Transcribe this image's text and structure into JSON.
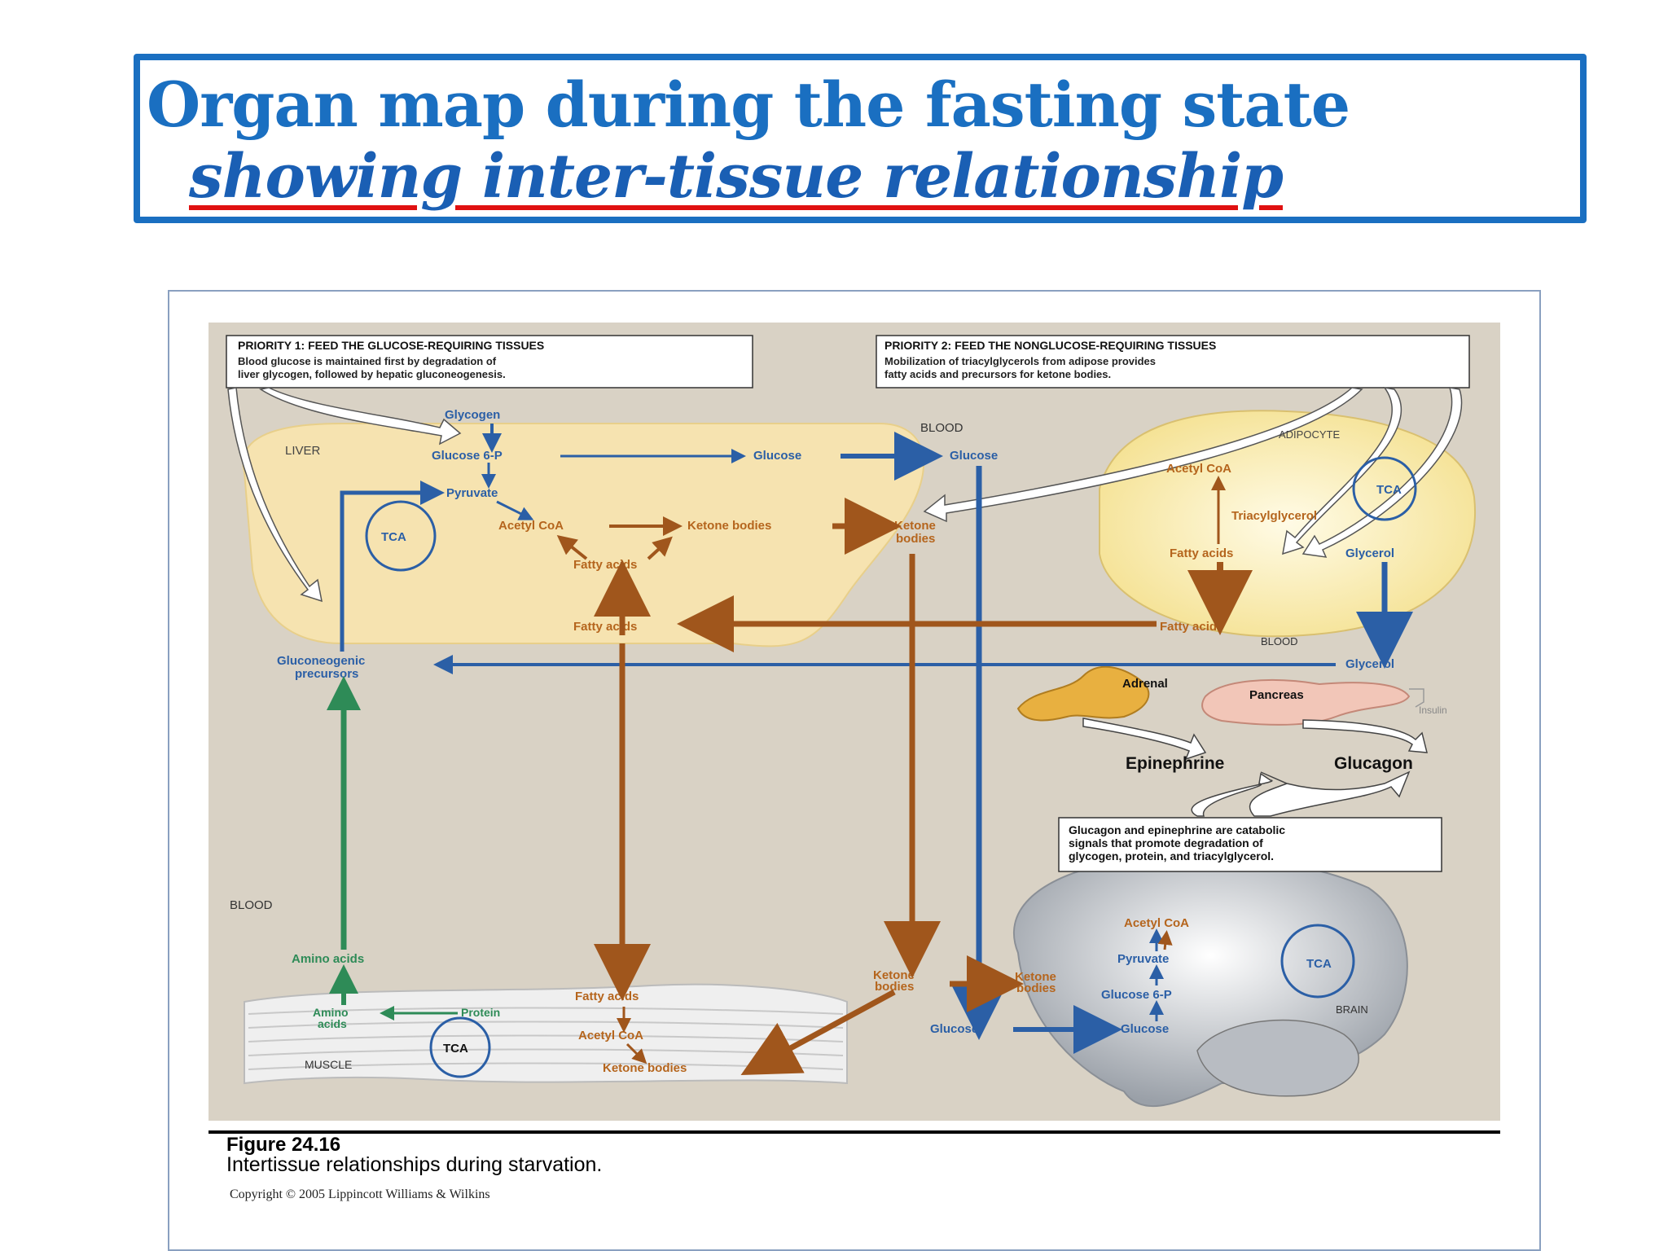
{
  "title": {
    "line1": "Organ map during the fasting state",
    "line2": "showing inter-tissue relationship"
  },
  "figure": {
    "priority1_title": "PRIORITY 1: FEED THE GLUCOSE-REQUIRING TISSUES",
    "priority1_line1": "Blood glucose is maintained first by degradation of",
    "priority1_line2": "liver glycogen, followed by hepatic gluconeogenesis.",
    "priority2_title": "PRIORITY 2: FEED THE NONGLUCOSE-REQUIRING TISSUES",
    "priority2_line1": "Mobilization of triacylglycerols from adipose provides",
    "priority2_line2": "fatty acids and precursors for ketone bodies.",
    "liver": "LIVER",
    "glycogen": "Glycogen",
    "glucose6p": "Glucose 6-P",
    "glucose": "Glucose",
    "blood": "BLOOD",
    "pyruvate": "Pyruvate",
    "tca": "TCA",
    "acetyl_coa": "Acetyl CoA",
    "ketone_bodies": "Ketone bodies",
    "ketone": "Ketone",
    "bodies": "bodies",
    "fatty_acids": "Fatty acids",
    "adipocyte": "ADIPOCYTE",
    "triacylglycerol": "Triacylglycerol",
    "glycerol": "Glycerol",
    "gluconeogenic": "Gluconeogenic",
    "precursors": "precursors",
    "adrenal": "Adrenal",
    "pancreas": "Pancreas",
    "insulin": "Insulin",
    "epinephrine": "Epinephrine",
    "glucagon": "Glucagon",
    "signal_line1": "Glucagon and epinephrine are catabolic",
    "signal_line2": "signals that promote degradation of",
    "signal_line3": "glycogen, protein, and triacylglycerol.",
    "amino_acids": "Amino acids",
    "amino": "Amino",
    "acids": "acids",
    "protein": "Protein",
    "muscle": "MUSCLE",
    "brain": "BRAIN",
    "caption_label": "Figure 24.16",
    "caption_text": "Intertissue relationships during starvation.",
    "copyright": "Copyright © 2005 Lippincott Williams & Wilkins"
  },
  "colors": {
    "title_blue": "#1a6fc1",
    "underline_red": "#e01010",
    "panel_bg": "#d9d2c5",
    "metabolite_blue": "#2b5fa6",
    "ketone_brown": "#b5651d",
    "amino_green": "#2e8b57",
    "organ_yellow": "#f8e7b0"
  }
}
